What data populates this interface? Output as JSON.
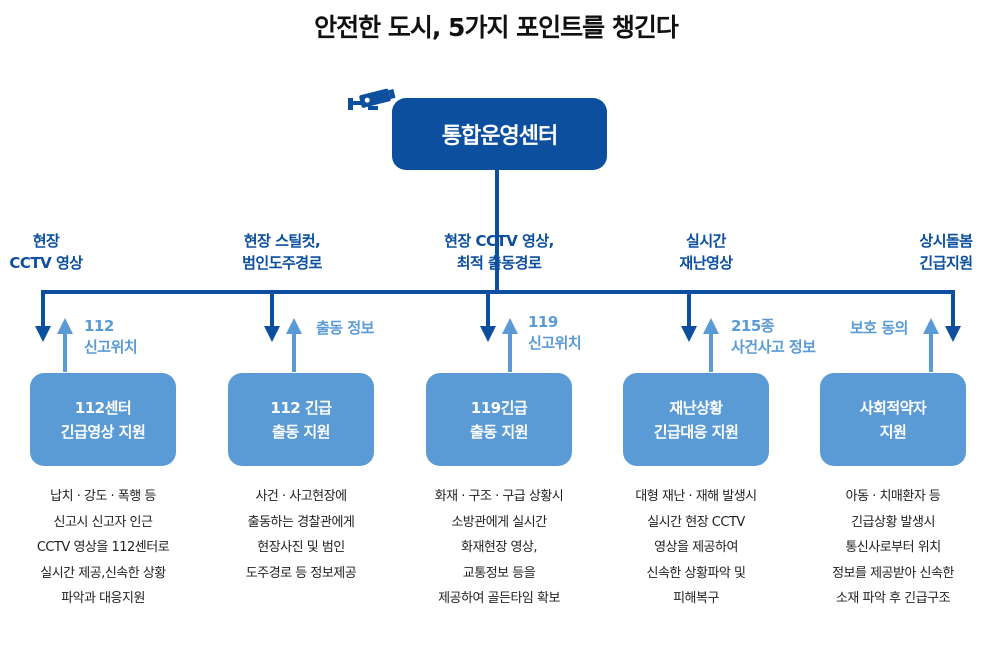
{
  "title": "안전한 도시, 5가지 포인트를 챙긴다",
  "center": {
    "label": "통합운영센터"
  },
  "colors": {
    "dark_blue": "#0b4f9e",
    "light_blue": "#5b9bd5"
  },
  "icons": {
    "camera": "cctv-camera-icon"
  },
  "columns": [
    {
      "top_label": "현장\nCCTV 영상",
      "up_label": "112\n신고위치",
      "box_label": "112센터\n긴급영상 지원",
      "description": "납치 · 강도 · 폭행 등\n신고시 신고자 인근\nCCTV 영상을 112센터로\n실시간 제공,신속한 상황\n파악과 대응지원"
    },
    {
      "top_label": "현장 스틸컷,\n범인도주경로",
      "up_label": "출동 정보",
      "box_label": "112 긴급\n출동 지원",
      "description": "사건 · 사고현장에\n출동하는 경찰관에게\n현장사진 및 범인\n도주경로 등 정보제공"
    },
    {
      "top_label": "현장 CCTV 영상,\n최적 출동경로",
      "up_label": "119\n신고위치",
      "box_label": "119긴급\n출동 지원",
      "description": "화재 · 구조 · 구급 상황시\n소방관에게 실시간\n화재현장 영상,\n교통정보 등을\n제공하여 골든타임 확보"
    },
    {
      "top_label": "실시간\n재난영상",
      "up_label": "215종\n사건사고 정보",
      "box_label": "재난상황\n긴급대응 지원",
      "description": "대형 재난 · 재해 발생시\n실시간 현장 CCTV\n영상을 제공하여\n신속한 상황파악 및\n피해복구"
    },
    {
      "top_label": "상시돌봄\n긴급지원",
      "up_label": "보호 동의",
      "box_label": "사회적약자\n지원",
      "description": "아동 · 치매환자 등\n긴급상황 발생시\n통신사로부터 위치\n정보를 제공받아 신속한\n소재 파악 후 긴급구조"
    }
  ]
}
